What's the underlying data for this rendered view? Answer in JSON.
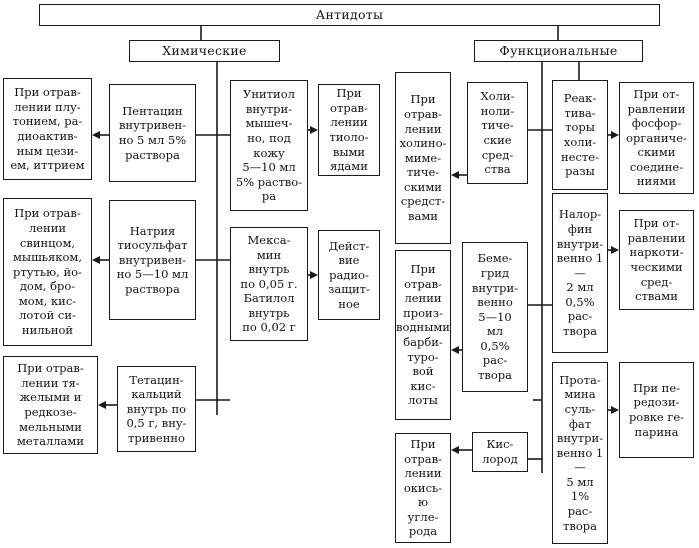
{
  "diagram": {
    "root": {
      "label": "Антидоты"
    },
    "groups": {
      "chemical": {
        "label": "Химические",
        "antidotes": [
          {
            "id": "pentacin",
            "label": "Пентацин\nвнутривен-\nно 5 мл 5%\nраствора",
            "indication": "При отрав-\nлении плу-\nтонием, ра-\nдиоактив-\nным цези-\nем, иттрием"
          },
          {
            "id": "tiosulfat",
            "label": "Натрия\nтиосульфат\nвнутривен-\nно 5—10 мл\nраствора",
            "indication": "При отрав-\nлении\nсвинцом,\nмышьяком,\nртутью, йо-\nдом, бро-\nмом, кис-\nлотой си-\nнильной"
          },
          {
            "id": "tetacin",
            "label": "Тетацин-\nкальций\nвнутрь по\n0,5 г, вну-\nтривенно",
            "indication": "При отрав-\nлении тя-\nжелыми и\nредкозе-\nмельными\nметаллами"
          },
          {
            "id": "unitiol",
            "label": "Унитиол\nвнутри-\nмышеч-\nно, под\nкожу\n5—10 мл\n5% раство-\nра",
            "indication": "При\nотрав-\nлении\nтиоло-\nвыми\nядами"
          },
          {
            "id": "mexamin",
            "label": "Мекса-\nмин\nвнутрь\nпо 0,05 г.\nБатилол\nвнутрь\nпо 0,02 г",
            "indication": "Дейст-\nвие\nрадио-\nзащит-\nное"
          }
        ]
      },
      "functional": {
        "label": "Функциональные",
        "antidotes": [
          {
            "id": "cholinolytics",
            "label": "Холи-\nноли-\nтиче-\nские\nсред-\nства",
            "indication": "При\nотрав-\nлении\nхолино-\nмиме-\nтиче-\nскими\nсредст-\nвами"
          },
          {
            "id": "bemegrid",
            "label": "Беме-\nгрид\nвнутри-\nвенно\n5—10\nмл\n0,5%\nрас-\nтвора",
            "indication": "При\nотрав-\nлении\nпроиз-\nводными\nбарби-\nтуро-\nвой\nкис-\nлоты"
          },
          {
            "id": "oxygen",
            "label": "Кис-\nлород",
            "indication": "При\nотрав-\nлении\nокись-\nю\nугле-\nрода"
          },
          {
            "id": "reactivators",
            "label": "Реак-\nтива-\nторы\nхоли-\nнесте-\nразы",
            "indication": "При от-\nравлении\nфосфор-\nорганиче-\nскими\nсоедине-\nниями"
          },
          {
            "id": "nalorfin",
            "label": "Налор-\nфин\nвнутри-\nвенно 1—\n2 мл\n0,5%\nрас-\nтвора",
            "indication": "При от-\nравлении\nнаркоти-\nческими\nсред-\nствами"
          },
          {
            "id": "protamin",
            "label": "Прота-\nмина\nсуль-\nфат\nвнутри-\nвенно 1—\n5 мл\n1%\nрас-\nтвора",
            "indication": "При пе-\nредози-\nровке ге-\nпарина"
          }
        ]
      }
    }
  }
}
